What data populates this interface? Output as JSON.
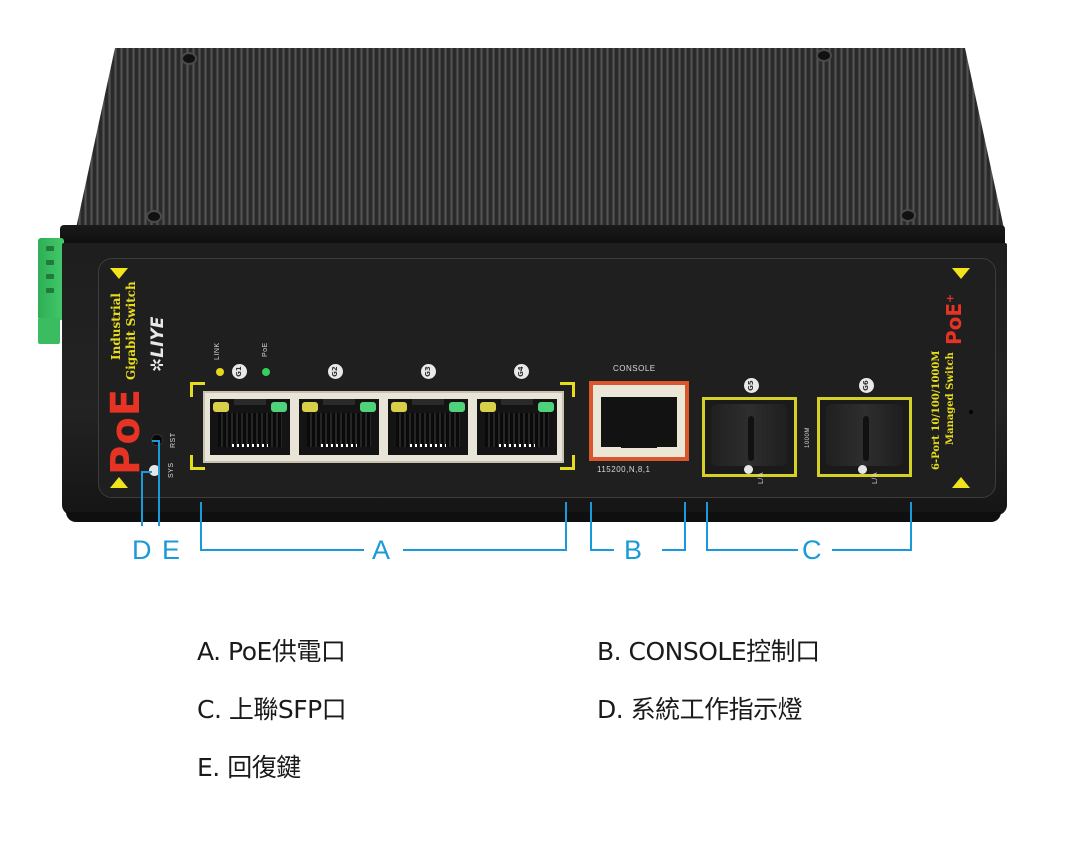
{
  "device": {
    "brand_logo": "LIYE",
    "side_label_left": {
      "poe": "PoE",
      "line1": "Industrial",
      "line2": "Gigabit Switch"
    },
    "side_label_right": {
      "poe_plus": "PoE",
      "plus": "+",
      "line1": "6-Port 10/100/1000M",
      "line2": "Managed Switch"
    },
    "led_labels": {
      "link": "LINK",
      "poe": "PoE",
      "sys": "SYS",
      "rst": "RST"
    },
    "led_colors": {
      "link": "#e6d61e",
      "poe": "#35d05a",
      "sys": "#e6e6e6"
    },
    "rj45_ports": [
      {
        "id": "G1"
      },
      {
        "id": "G2"
      },
      {
        "id": "G3"
      },
      {
        "id": "G4"
      }
    ],
    "console": {
      "label": "CONSOLE",
      "setting": "115200,N,8,1"
    },
    "sfp_ports": [
      {
        "id": "G5",
        "led_label": "L/A"
      },
      {
        "id": "G6",
        "led_label": "L/A"
      }
    ],
    "sfp_speed_label": "1000M",
    "colors": {
      "body": "#1f1f1f",
      "label_yellow": "#e6dc1c",
      "poe_red": "#e63324",
      "console_orange": "#d9572c",
      "terminal_green": "#3cbc60"
    }
  },
  "callouts": {
    "color": "#1a9ad8",
    "items": [
      {
        "letter": "D"
      },
      {
        "letter": "E"
      },
      {
        "letter": "A"
      },
      {
        "letter": "B"
      },
      {
        "letter": "C"
      }
    ]
  },
  "legend": [
    {
      "text": "A. PoE供電口"
    },
    {
      "text": "B. CONSOLE控制口"
    },
    {
      "text": "C. 上聯SFP口"
    },
    {
      "text": "D. 系統工作指示燈"
    },
    {
      "text": "E. 回復鍵"
    }
  ]
}
